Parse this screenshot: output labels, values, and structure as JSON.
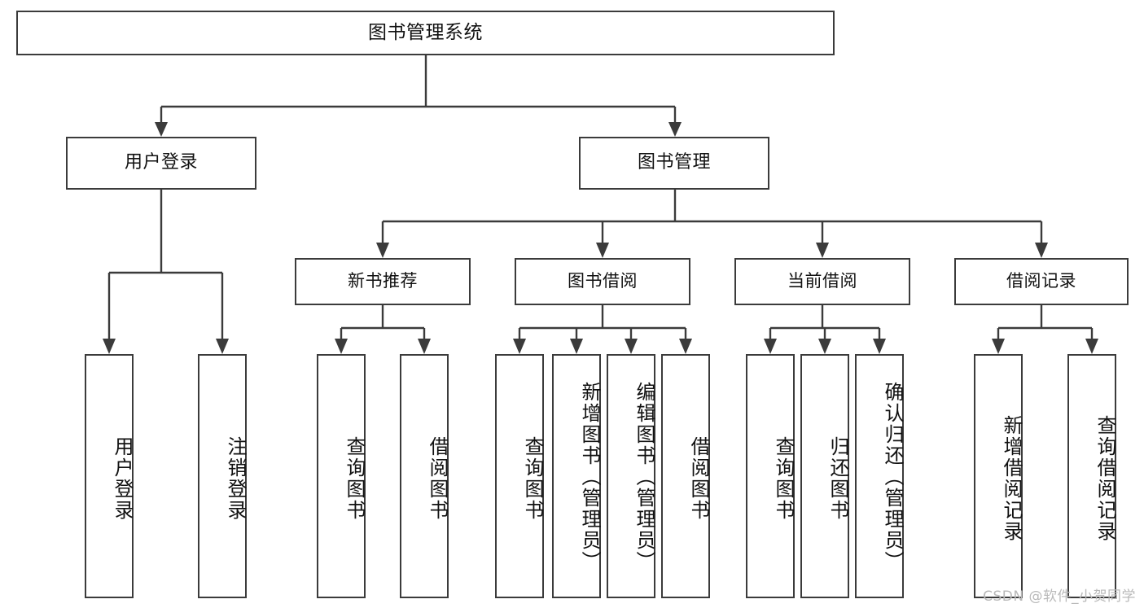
{
  "diagram": {
    "title": "图书管理系统",
    "type": "tree",
    "watermark": "CSDN @软件_小贺同学",
    "colors": {
      "box_border": "#3b3b3b",
      "box_fill": "#ffffff",
      "connector": "#3b3b3b",
      "text": "#111111",
      "watermark": "#b9b9b9"
    }
  },
  "nodes": {
    "root": {
      "label": "图书管理系统",
      "level": 1
    },
    "level2": [
      {
        "id": "user-login",
        "label": "用户登录"
      },
      {
        "id": "book-management",
        "label": "图书管理"
      }
    ],
    "level3": [
      {
        "id": "new-book-recommend",
        "label": "新书推荐",
        "parent": "book-management"
      },
      {
        "id": "book-borrow",
        "label": "图书借阅",
        "parent": "book-management"
      },
      {
        "id": "current-borrow",
        "label": "当前借阅",
        "parent": "book-management"
      },
      {
        "id": "borrow-record",
        "label": "借阅记录",
        "parent": "book-management"
      }
    ],
    "leaves": {
      "user-login": [
        {
          "id": "leaf-user-login",
          "label": "用户登录"
        },
        {
          "id": "leaf-logout",
          "label": "注销登录"
        }
      ],
      "new-book-recommend": [
        {
          "id": "leaf-query-book-1",
          "label": "查询图书"
        },
        {
          "id": "leaf-borrow-book-1",
          "label": "借阅图书"
        }
      ],
      "book-borrow": [
        {
          "id": "leaf-query-book-2",
          "label": "查询图书"
        },
        {
          "id": "leaf-add-book",
          "label": "新增图书（管理员）"
        },
        {
          "id": "leaf-edit-book",
          "label": "编辑图书（管理员）"
        },
        {
          "id": "leaf-borrow-book-2",
          "label": "借阅图书"
        }
      ],
      "current-borrow": [
        {
          "id": "leaf-query-book-3",
          "label": "查询图书"
        },
        {
          "id": "leaf-return-book",
          "label": "归还图书"
        },
        {
          "id": "leaf-confirm-return",
          "label": "确认归还（管理员）"
        }
      ],
      "borrow-record": [
        {
          "id": "leaf-add-record",
          "label": "新增借阅记录"
        },
        {
          "id": "leaf-query-record",
          "label": "查询借阅记录"
        }
      ]
    }
  }
}
